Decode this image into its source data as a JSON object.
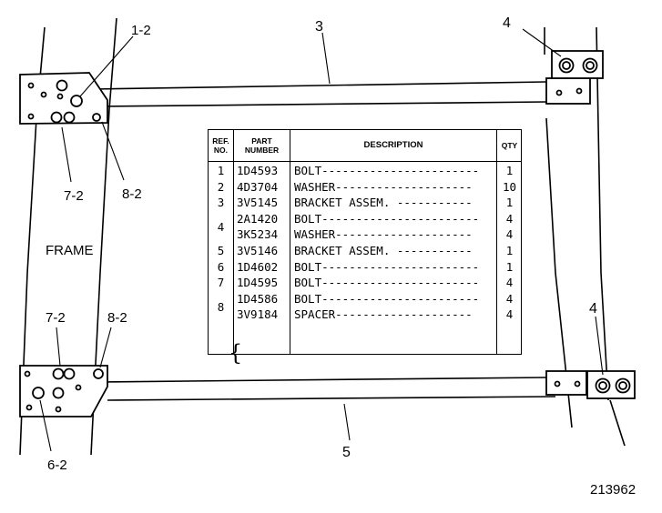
{
  "callouts": {
    "top_left_1": "1-2",
    "top_center_3": "3",
    "top_right_4": "4",
    "left_7_top": "7-2",
    "left_8_top": "8-2",
    "frame_label": "FRAME",
    "left_7_bottom": "7-2",
    "left_8_bottom": "8-2",
    "bottom_right_4": "4",
    "bottom_center_5": "5",
    "bottom_left_6": "6-2"
  },
  "figure_number": "213962",
  "parts_table": {
    "headers": {
      "ref_line1": "REF.",
      "ref_line2": "NO.",
      "part_line1": "PART",
      "part_line2": "NUMBER",
      "description": "DESCRIPTION",
      "qty": "QTY"
    },
    "rows": [
      {
        "ref": "1",
        "part": "1D4593",
        "desc": "BOLT-----------------------",
        "qty": "1"
      },
      {
        "ref": "2",
        "part": "4D3704",
        "desc": "WASHER--------------------",
        "qty": "10"
      },
      {
        "ref": "3",
        "part": "3V5145",
        "desc": "BRACKET ASSEM. -----------",
        "qty": "1"
      },
      {
        "ref": "",
        "part": "2A1420",
        "desc": "BOLT-----------------------",
        "qty": "4"
      },
      {
        "ref": "4",
        "part": "3K5234",
        "desc": "WASHER--------------------",
        "qty": "4"
      },
      {
        "ref": "5",
        "part": "3V5146",
        "desc": "BRACKET ASSEM. -----------",
        "qty": "1"
      },
      {
        "ref": "6",
        "part": "1D4602",
        "desc": "BOLT-----------------------",
        "qty": "1"
      },
      {
        "ref": "7",
        "part": "1D4595",
        "desc": "BOLT-----------------------",
        "qty": "4"
      },
      {
        "ref": "",
        "part": "1D4586",
        "desc": "BOLT-----------------------",
        "qty": "4"
      },
      {
        "ref": "8",
        "part": "3V9184",
        "desc": "SPACER--------------------",
        "qty": "4"
      }
    ]
  }
}
